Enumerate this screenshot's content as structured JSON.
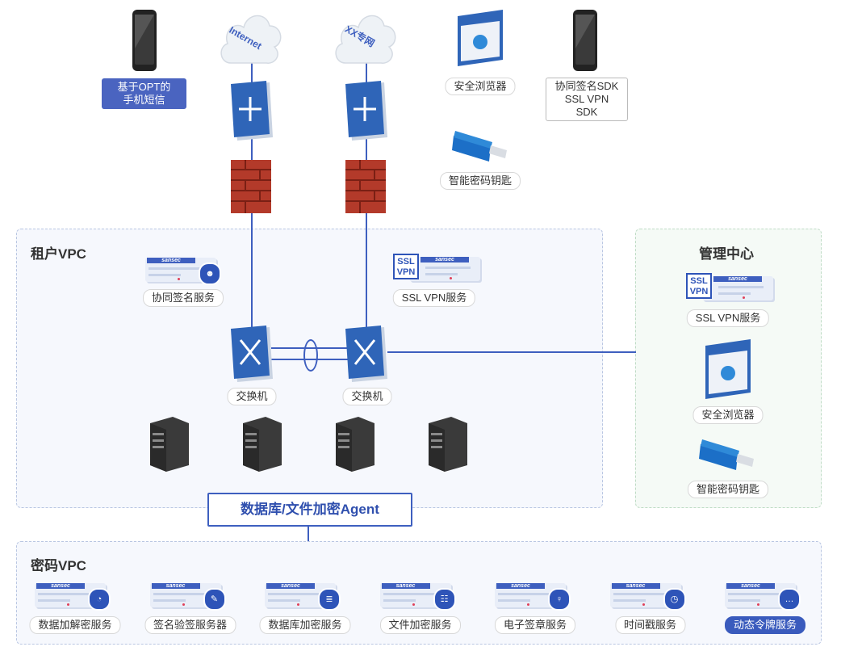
{
  "colors": {
    "accent": "#3e5fbf",
    "zone_border": "#b9c6e2",
    "mgmt_zone_border": "#bfdcc6",
    "firewall": "#b33a2a"
  },
  "top": {
    "phone_label": [
      "基于OPT的",
      "手机短信"
    ],
    "cloud1": "Internet",
    "cloud2": "XX专网",
    "browser_label": "安全浏览器",
    "sdk_label": [
      "协同签名SDK",
      "SSL VPN SDK"
    ],
    "usbkey_label": "智能密码钥匙"
  },
  "tenant_vpc": {
    "title": "租户VPC",
    "cosign_service": "协同签名服务",
    "sslvpn_service": "SSL VPN服务",
    "switch1": "交换机",
    "switch2": "交换机",
    "agent": "数据库/文件加密Agent"
  },
  "mgmt": {
    "title": "管理中心",
    "sslvpn_service": "SSL VPN服务",
    "browser": "安全浏览器",
    "usbkey": "智能密码钥匙"
  },
  "crypto_vpc": {
    "title": "密码VPC",
    "services": [
      "数据加解密服务",
      "签名验签服务器",
      "数据库加密服务",
      "文件加密服务",
      "电子签章服务",
      "时间戳服务",
      "动态令牌服务"
    ],
    "icons": [
      "pie-chart-icon",
      "signature-icon",
      "database-icon",
      "file-icon",
      "stamp-icon",
      "clock-icon",
      "chat-icon"
    ]
  },
  "device_brand": "sansec",
  "ssl_badge": [
    "SSL",
    "VPN"
  ]
}
